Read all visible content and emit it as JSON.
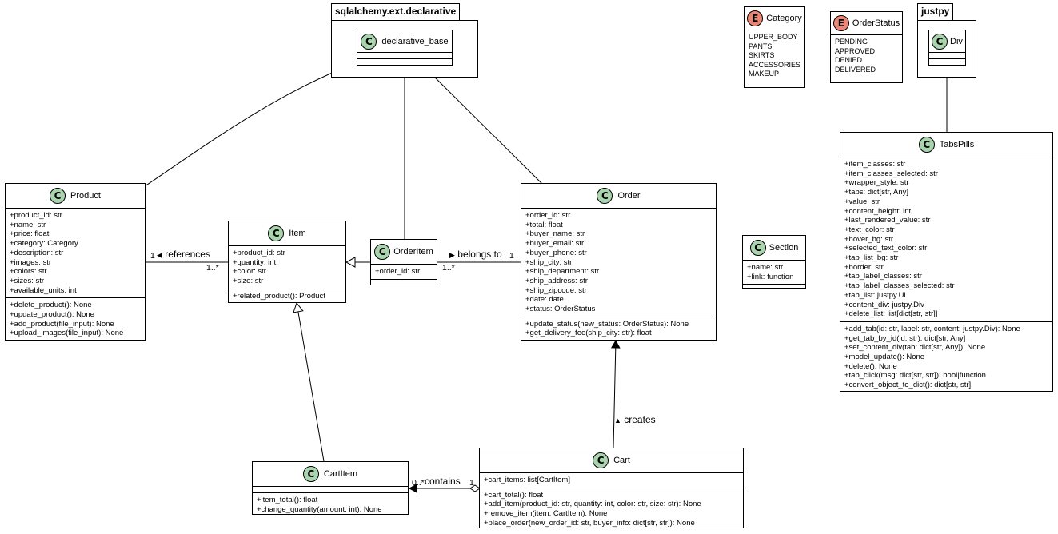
{
  "packages": {
    "sqlalchemy": {
      "name": "sqlalchemy.ext.declarative",
      "class_name": "declarative_base",
      "stereotype": "C"
    },
    "justpy": {
      "name": "justpy",
      "class_name": "Div",
      "stereotype": "C"
    }
  },
  "enums": {
    "category": {
      "stereotype": "E",
      "name": "Category",
      "values": [
        "UPPER_BODY",
        "PANTS",
        "SKIRTS",
        "ACCESSORIES",
        "MAKEUP"
      ]
    },
    "order_status": {
      "stereotype": "E",
      "name": "OrderStatus",
      "values": [
        "PENDING",
        "APPROVED",
        "DENIED",
        "DELIVERED"
      ]
    }
  },
  "classes": {
    "product": {
      "stereotype": "C",
      "name": "Product",
      "attributes": [
        "+product_id: str",
        "+name: str",
        "+price: float",
        "+category: Category",
        "+description: str",
        "+images: str",
        "+colors: str",
        "+sizes: str",
        "+available_units: int"
      ],
      "methods": [
        "+delete_product(): None",
        "+update_product(): None",
        "+add_product(file_input): None",
        "+upload_images(file_input): None"
      ]
    },
    "item": {
      "stereotype": "C",
      "name": "Item",
      "attributes": [
        "+product_id: str",
        "+quantity: int",
        "+color: str",
        "+size: str"
      ],
      "methods": [
        "+related_product(): Product"
      ]
    },
    "order_item": {
      "stereotype": "C",
      "name": "OrderItem",
      "attributes": [
        "+order_id: str"
      ],
      "methods": []
    },
    "order": {
      "stereotype": "C",
      "name": "Order",
      "attributes": [
        "+order_id: str",
        "+total: float",
        "+buyer_name: str",
        "+buyer_email: str",
        "+buyer_phone: str",
        "+ship_city: str",
        "+ship_department: str",
        "+ship_address: str",
        "+ship_zipcode: str",
        "+date: date",
        "+status: OrderStatus"
      ],
      "methods": [
        "+update_status(new_status: OrderStatus): None",
        "+get_delivery_fee(ship_city: str): float"
      ]
    },
    "section": {
      "stereotype": "C",
      "name": "Section",
      "attributes": [
        "+name: str",
        "+link: function"
      ],
      "methods": []
    },
    "tabs_pills": {
      "stereotype": "C",
      "name": "TabsPills",
      "attributes": [
        "+item_classes: str",
        "+item_classes_selected: str",
        "+wrapper_style: str",
        "+tabs: dict[str, Any]",
        "+value: str",
        "+content_height: int",
        "+last_rendered_value: str",
        "+text_color: str",
        "+hover_bg: str",
        "+selected_text_color: str",
        "+tab_list_bg: str",
        "+border: str",
        "+tab_label_classes: str",
        "+tab_label_classes_selected: str",
        "+tab_list: justpy.Ul",
        "+content_div: justpy.Div",
        "+delete_list: list[dict[str, str]]"
      ],
      "methods": [
        "+add_tab(id: str, label: str, content: justpy.Div): None",
        "+get_tab_by_id(id: str): dict[str, Any]",
        "+set_content_div(tab: dict[str, Any]): None",
        "+model_update(): None",
        "+delete(): None",
        "+tab_click(msg: dict[str, str]): bool|function",
        "+convert_object_to_dict(): dict[str, str]"
      ]
    },
    "cart_item": {
      "stereotype": "C",
      "name": "CartItem",
      "attributes": [],
      "methods": [
        "+item_total(): float",
        "+change_quantity(amount: int): None"
      ]
    },
    "cart": {
      "stereotype": "C",
      "name": "Cart",
      "attributes": [
        "+cart_items: list[CartItem]"
      ],
      "methods": [
        "+cart_total(): float",
        "+add_item(product_id: str, quantity: int, color: str, size: str): None",
        "+remove_item(item: CartItem): None",
        "+place_order(new_order_id: str, buyer_info: dict[str, str]): None"
      ]
    }
  },
  "relations": {
    "references": {
      "label": "references",
      "arrow": "◀",
      "mult_left": "1",
      "mult_right": "1..*"
    },
    "belongs_to": {
      "label": "belongs to",
      "arrow": "▶",
      "mult_left": "1..*",
      "mult_right": "1"
    },
    "creates": {
      "label": "creates",
      "arrow": "▲"
    },
    "contains": {
      "label": "contains",
      "mult_left": "0..*",
      "mult_right": "1"
    }
  }
}
